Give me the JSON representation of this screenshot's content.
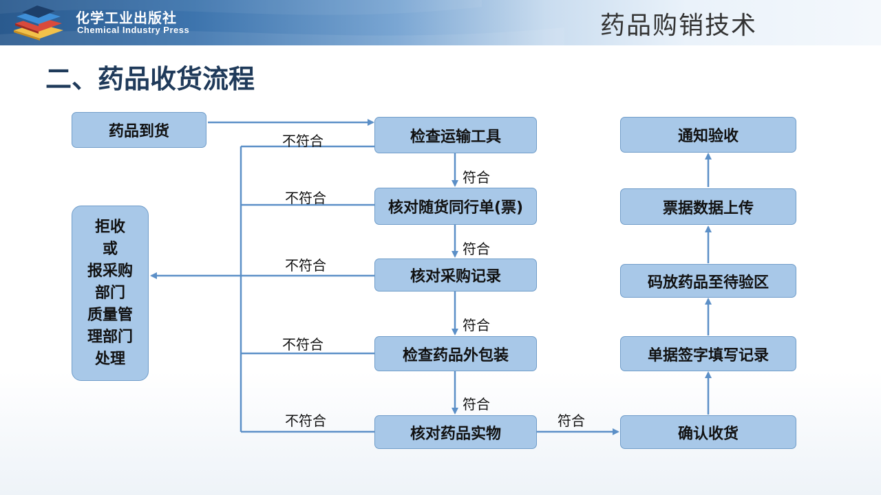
{
  "header": {
    "publisher_cn": "化学工业出版社",
    "publisher_en": "Chemical Industry Press",
    "course_title": "药品购销技术"
  },
  "page_title": "二、药品收货流程",
  "flow": {
    "arrival": "药品到货",
    "left_steps": [
      "检查运输工具",
      "核对随货同行单(票)",
      "核对采购记录",
      "检查药品外包装",
      "核对药品实物"
    ],
    "right_steps": [
      "确认收货",
      "单据签字填写记录",
      "码放药品至待验区",
      "票据数据上传",
      "通知验收"
    ],
    "reject_lines": [
      "拒收",
      "或",
      "报采购",
      "部门",
      "质量管",
      "理部门",
      "处理"
    ],
    "label_pass": "符合",
    "label_fail": "不符合"
  },
  "colors": {
    "box_fill": "#a8c8e8",
    "box_border": "#6f9cc9",
    "arrow": "#5b8fc7",
    "title": "#1f3a5a"
  }
}
